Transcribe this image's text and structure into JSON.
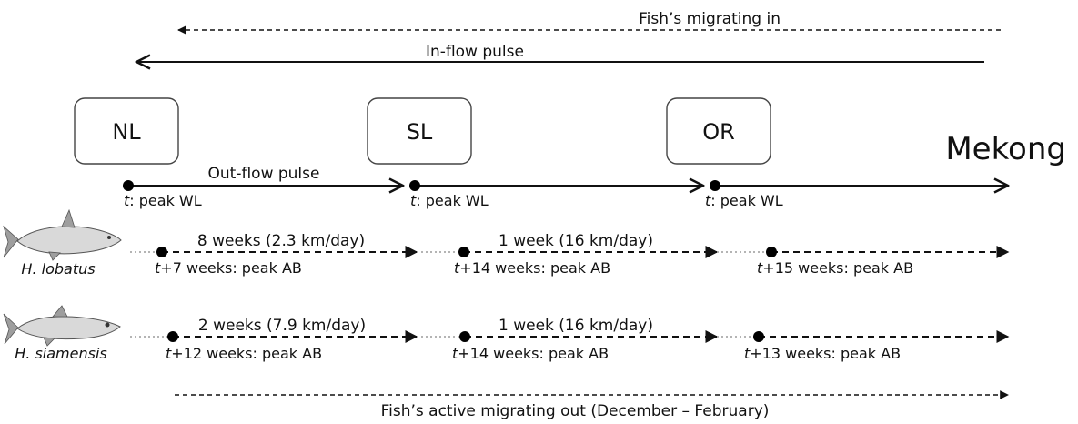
{
  "top_arrows": {
    "fish_in": "Fish’s migrating in",
    "inflow": "In-flow pulse"
  },
  "sites": [
    {
      "label": "NL"
    },
    {
      "label": "SL"
    },
    {
      "label": "OR"
    }
  ],
  "river": "Mekong",
  "outflow": {
    "label": "Out-flow pulse",
    "peaks": [
      {
        "t": "t",
        "text": ": peak WL"
      },
      {
        "t": "t",
        "text": ": peak WL"
      },
      {
        "t": "t",
        "text": ": peak WL"
      }
    ]
  },
  "species": [
    {
      "name": "H. lobatus",
      "segments": [
        "8 weeks (2.3 km/day)",
        "1 week (16 km/day)"
      ],
      "peaks": [
        {
          "t": "t",
          "text": "+7 weeks: peak AB"
        },
        {
          "t": "t",
          "text": "+14 weeks: peak AB"
        },
        {
          "t": "t",
          "text": "+15 weeks: peak AB"
        }
      ]
    },
    {
      "name": "H. siamensis",
      "segments": [
        "2 weeks (7.9 km/day)",
        "1 week (16 km/day)"
      ],
      "peaks": [
        {
          "t": "t",
          "text": "+12 weeks: peak AB"
        },
        {
          "t": "t",
          "text": "+14 weeks: peak AB"
        },
        {
          "t": "t",
          "text": "+13 weeks: peak AB"
        }
      ]
    }
  ],
  "bottom_arrow": "Fish’s active migrating out (December – February)"
}
